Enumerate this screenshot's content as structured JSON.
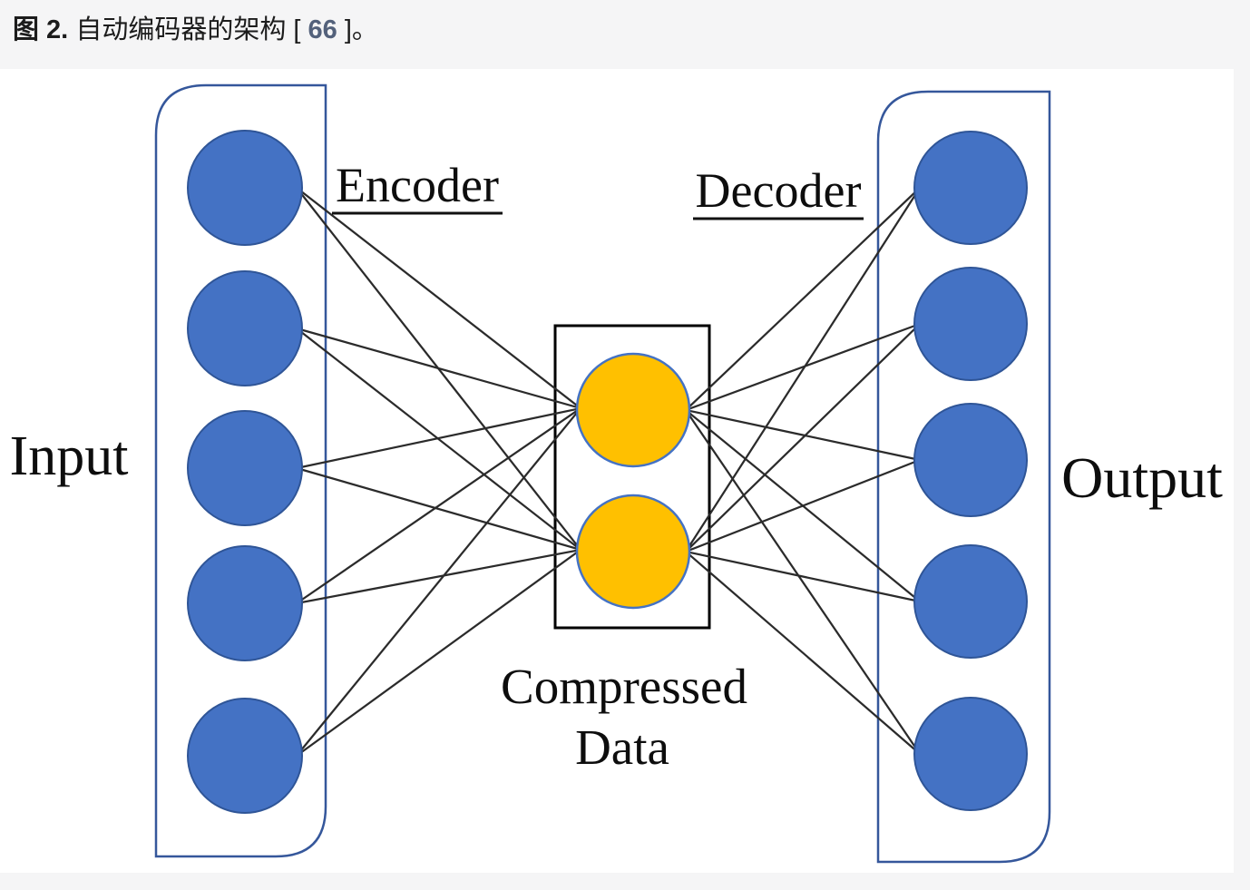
{
  "caption": {
    "figure_label": "图 2.",
    "caption_text": "自动编码器的架构",
    "bracket_open": "[",
    "reference_number": "66",
    "bracket_close": "]。"
  },
  "diagram": {
    "input_label": "Input",
    "output_label": "Output",
    "encoder_label": "Encoder",
    "decoder_label": "Decoder",
    "compressed_label_line1": "Compressed",
    "compressed_label_line2": "Data",
    "input_node_count": 5,
    "latent_node_count": 2,
    "output_node_count": 5,
    "colors": {
      "node_blue": "#4472c4",
      "node_blue_border": "#2f5597",
      "latent_yellow": "#ffc000",
      "latent_yellow_border": "#4472c4",
      "container_border": "#35579b",
      "bottleneck_box_border": "#000000",
      "connection_line": "#2b2b2b",
      "reference_link": "#53617b",
      "page_background": "#f5f5f6",
      "figure_background": "#ffffff"
    }
  }
}
